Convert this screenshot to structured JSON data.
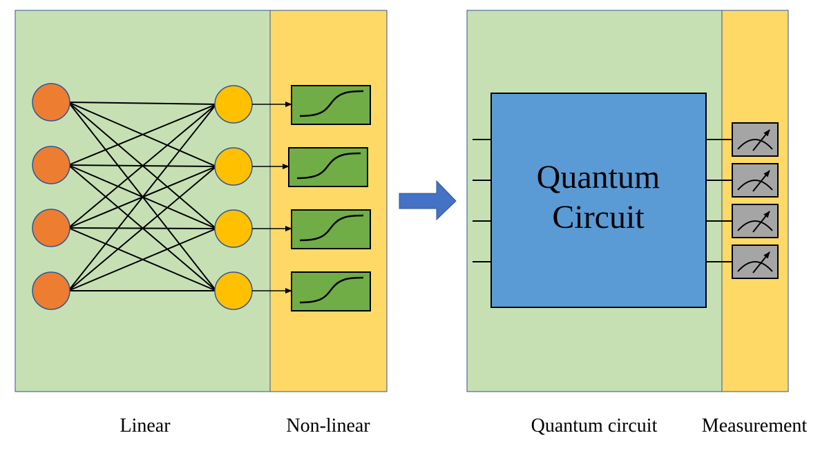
{
  "colors": {
    "green_region": "#c6e0b4",
    "yellow_region": "#ffd966",
    "region_border": "#2f5597",
    "input_node": "#ed7d31",
    "hidden_node": "#ffc000",
    "activation_box": "#70ad47",
    "circuit_box": "#5b9bd5",
    "meter_box": "#a5a5a5",
    "arrow": "#4472c4",
    "stroke": "#000000"
  },
  "classical_network": {
    "input_count": 4,
    "hidden_count": 4,
    "activation_icon": "sigmoid-curve-icon"
  },
  "quantum_network": {
    "circuit_label_line1": "Quantum",
    "circuit_label_line2": "Circuit",
    "input_wire_count": 4,
    "output_wire_count": 4,
    "meter_icon": "measurement-meter-icon"
  },
  "transition_icon": "right-arrow-icon",
  "captions": {
    "linear": "Linear",
    "nonlinear": "Non-linear",
    "quantum_circuit": "Quantum circuit",
    "measurement": "Measurement"
  }
}
